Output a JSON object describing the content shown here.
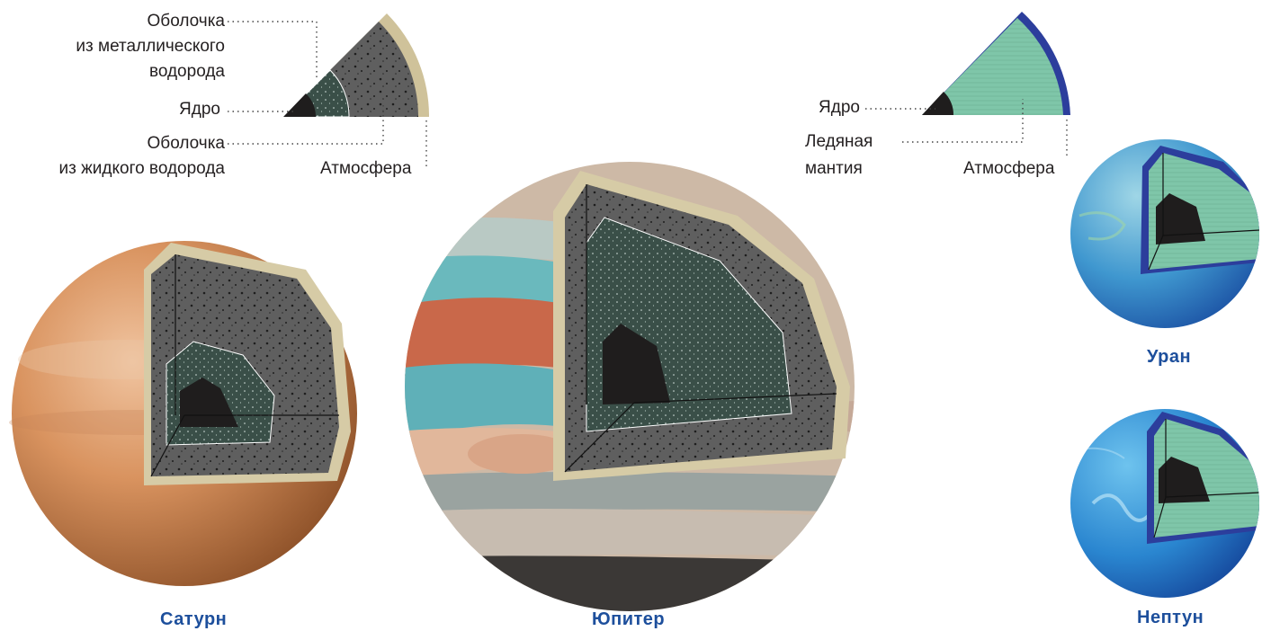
{
  "gas_giant_legend": {
    "metallic_shell_1": "Оболочка",
    "metallic_shell_2": "из металлического",
    "metallic_shell_3": "водорода",
    "core": "Ядро",
    "liquid_shell_1": "Оболочка",
    "liquid_shell_2": "из жидкого водорода",
    "atmosphere": "Атмосфера"
  },
  "ice_giant_legend": {
    "core": "Ядро",
    "mantle_1": "Ледяная",
    "mantle_2": "мантия",
    "atmosphere": "Атмосфера"
  },
  "planets": {
    "saturn": "Сатурн",
    "jupiter": "Юпитер",
    "uranus": "Уран",
    "neptune": "Нептун"
  },
  "colors": {
    "caption_blue": "#1d4f9c",
    "atmosphere_beige": "#cfc29a",
    "shell_gray": "#5f5f5f",
    "inner_green": "#3a4f48",
    "ice_mantle": "#7fc6a9",
    "ice_atmosphere": "#2c3e9c",
    "core_dark": "#2a2727"
  }
}
